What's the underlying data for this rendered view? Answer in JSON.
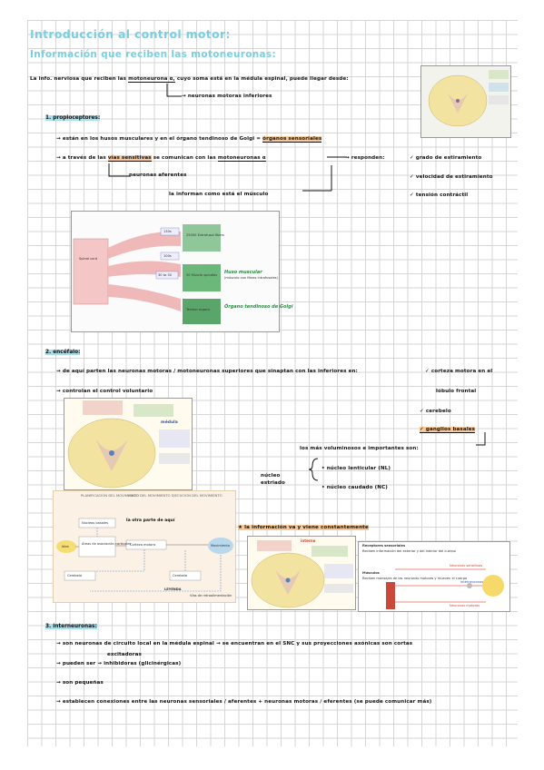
{
  "title": "Introducción al control motor:",
  "subtitle": "Información que reciben las motoneuronas:",
  "intro": {
    "line1_pre": "La info. nerviosa que reciben las",
    "motoneurona": "motoneurona α,",
    "line1_post": "cuyo soma está en la médula espinal, puede llegar desde:",
    "branch": "→ neuronas motoras inferiores"
  },
  "section1": {
    "title": "1. propioceptores:",
    "l1_pre": "→ están en los husos musculares y en el órgano tendinoso de Golgi =",
    "l1_hl": "órganos sensoriales",
    "l2_pre": "→ a través de las",
    "l2_hl": "vías sensitivas",
    "l2_mid": "se comunican con las",
    "l2_hl2": "motoneuronas α",
    "aferentes": "neuronas aferentes",
    "informan": "la informan como está el músculo",
    "responden": "→ responden:",
    "checks": [
      "✓ grado de estiramiento",
      "✓ velocidad de estiramiento",
      "✓ tensión contráctil"
    ]
  },
  "figure1": {
    "spinal": "Spinal cord",
    "n1": "130s",
    "n2": "100s",
    "n3": "30 to 50",
    "fibers1": "25000 Extrafusal fibers",
    "fibers2": "50 Muscle spindles",
    "fibers3": "Tendon organs",
    "huso": "Huso muscular",
    "huso_sub": "(músculo con fibras intrafusales)",
    "organo": "Órgano tendinoso de Golgi"
  },
  "section2": {
    "title": "2. encéfalo:",
    "l1": "→ de aquí parten las neuronas motoras / motoneuronas superiores que sinaptan con las inferiores en:",
    "corteza": "✓ corteza motora en el",
    "corteza2": "lóbulo frontal",
    "l2": "→ controlan el control voluntario",
    "cerebelo": "✓ cerebelo",
    "ganglios": "✓ ganglios basales",
    "voluminosos": "los más voluminosos e importantes son:",
    "estriado": "núcleo estriado",
    "lenticular": "• núcleo lenticular (NL)",
    "caudado": "• núcleo caudado (NC)",
    "fig_medula": "médula",
    "fig_interno": "interno",
    "info_va": "★ la información va y viene constantemente"
  },
  "flowchart": {
    "h1": "PLANIFICACIÓN DEL MOVIMIENTO",
    "h2": "INICIO DEL MOVIMIENTO",
    "h3": "EJECUCIÓN DEL MOVIMIENTO",
    "idea": "Idea",
    "nucleos": "Núcleos basales",
    "areas": "Áreas de asociación corticales",
    "corteza": "Corteza motora",
    "cerebelo1": "Cerebelo",
    "cerebelo2": "Cerebelo",
    "movimiento": "Movimiento",
    "leyenda": "LEYENDA",
    "ret": "Vías de retroalimentación",
    "note": "la otra parte de aquí"
  },
  "section3": {
    "title": "3. interneuronas:",
    "l1": "→ son neuronas de circuito local en la médula espinal → se encuentran en el SNC y sus proyecciones axónicas son cortas",
    "exc": "excitadoras",
    "l2": "→ pueden ser → inhibidoras (glicinérgicas)",
    "l3": "→ son pequeñas",
    "l4": "→ establecen conexiones entre las neuronas sensoriales / aferentes + neuronas motoras / eferentes (se puede comunicar más)"
  },
  "receptor_fig": {
    "r1": "Receptores sensoriales",
    "r2": "Reciben información del exterior y del interior del cuerpo",
    "m1": "Músculos",
    "m2": "Reciben mensajes de las neuronas motoras y mueven el cuerpo",
    "s1": "Neuronas sensitivas",
    "s2": "Interneuronas",
    "s3": "Neuronas motoras"
  },
  "colors": {
    "accent": "#79cfe0",
    "orange": "#f6c99a",
    "green": "#6cb87a"
  }
}
